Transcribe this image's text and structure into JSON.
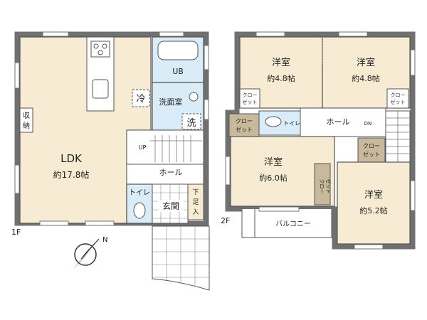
{
  "floor1": {
    "label": "1F",
    "ldk": {
      "name": "LDK",
      "size": "約17.8帖"
    },
    "storage": {
      "line1": "収",
      "line2": "納"
    },
    "fridge": "冷",
    "bath": "UB",
    "washroom": "洗面室",
    "washer": "洗",
    "stairs_up": "UP",
    "hall": "ホール",
    "toilet": "トイレ",
    "entrance": "玄関",
    "shoe_storage": {
      "line1": "下",
      "line2": "足",
      "line3": "入"
    }
  },
  "floor2": {
    "label": "2F",
    "room_nw": {
      "name": "洋室",
      "size": "約4.8帖"
    },
    "room_ne": {
      "name": "洋室",
      "size": "約4.8帖"
    },
    "room_w": {
      "name": "洋室",
      "size": "約6.0帖"
    },
    "room_se": {
      "name": "洋室",
      "size": "約5.2帖"
    },
    "closet_nw": {
      "line1": "クロー",
      "line2": "ゼット"
    },
    "closet_ne": {
      "line1": "クロー",
      "line2": "ゼット"
    },
    "closet_w": {
      "line1": "クロー",
      "line2": "ゼット"
    },
    "closet_v": {
      "line1": "クロー",
      "line2": "ゼット"
    },
    "closet_e": {
      "line1": "クロー",
      "line2": "ゼット"
    },
    "toilet": "トイレ",
    "hall": "ホール",
    "stairs_down": "DN",
    "balcony": "バルコニー"
  },
  "compass": {
    "north": "N"
  },
  "colors": {
    "room_fill": "#f7ecd3",
    "wet_fill": "#d9ecf8",
    "closet_fill": "#c8b89c",
    "wall": "#707070",
    "line": "#444444"
  }
}
